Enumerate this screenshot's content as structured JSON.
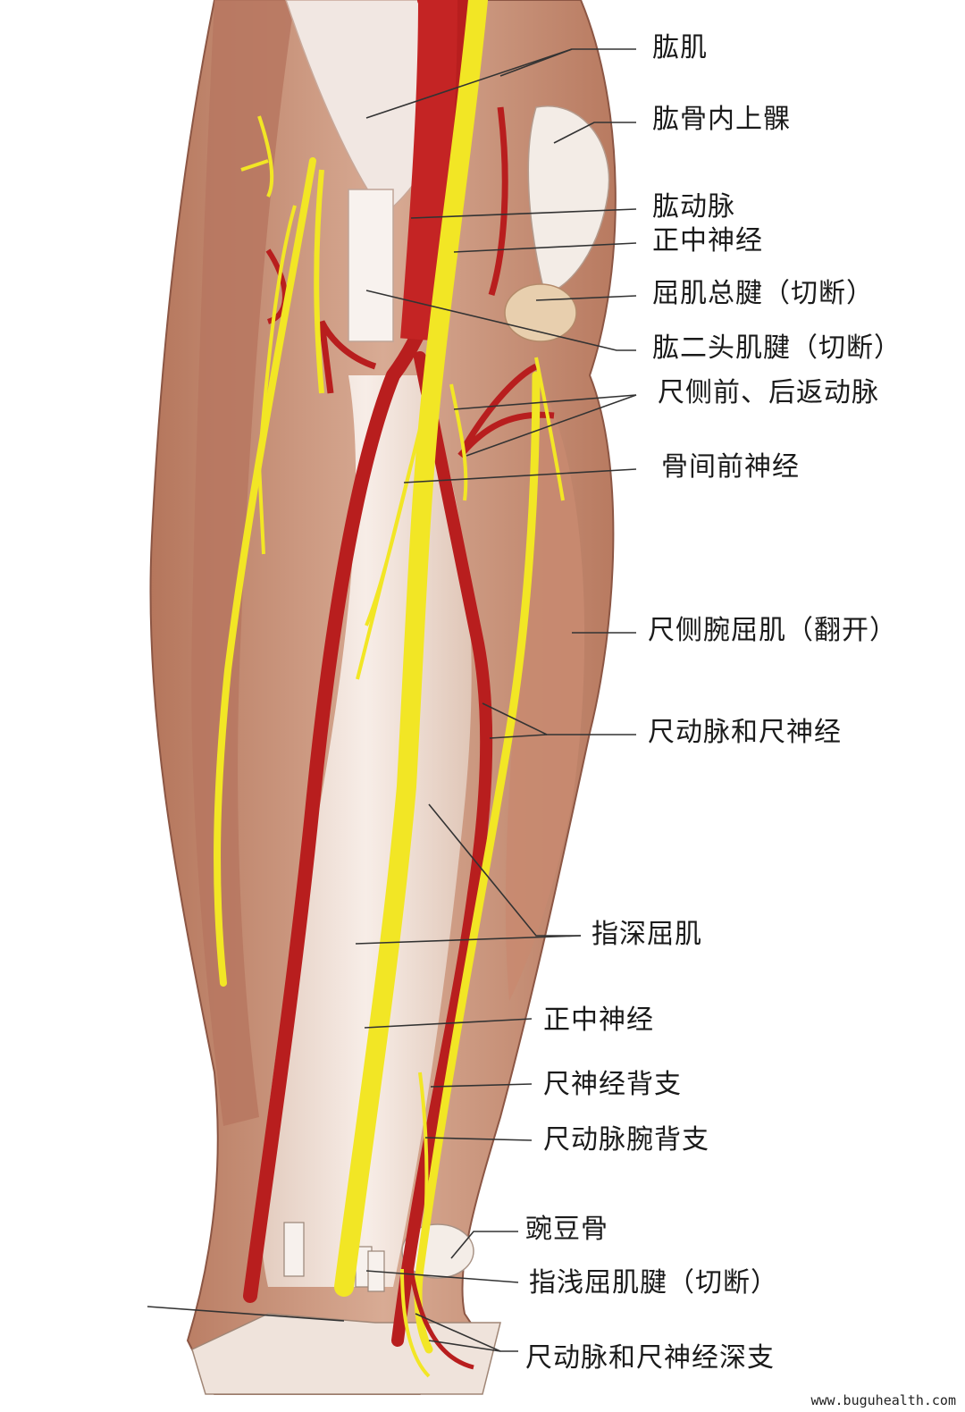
{
  "labels": [
    {
      "id": "brachialis",
      "text": "肱肌"
    },
    {
      "id": "medial-epicondyle",
      "text": "肱骨内上髁"
    },
    {
      "id": "brachial-artery",
      "text": "肱动脉"
    },
    {
      "id": "median-nerve-upper",
      "text": "正中神经"
    },
    {
      "id": "common-flexor-tendon",
      "text": "屈肌总腱（切断）"
    },
    {
      "id": "biceps-tendon",
      "text": "肱二头肌腱（切断）"
    },
    {
      "id": "ulnar-recurrent-arteries",
      "text": "尺侧前、后返动脉"
    },
    {
      "id": "anterior-interosseous-nerve",
      "text": "骨间前神经"
    },
    {
      "id": "flexor-carpi-ulnaris",
      "text": "尺侧腕屈肌（翻开）"
    },
    {
      "id": "ulnar-artery-nerve",
      "text": "尺动脉和尺神经"
    },
    {
      "id": "flexor-digitorum-profundus",
      "text": "指深屈肌"
    },
    {
      "id": "median-nerve-lower",
      "text": "正中神经"
    },
    {
      "id": "dorsal-branch-ulnar-nerve",
      "text": "尺神经背支"
    },
    {
      "id": "dorsal-carpal-branch-ulnar-artery",
      "text": "尺动脉腕背支"
    },
    {
      "id": "pisiform",
      "text": "豌豆骨"
    },
    {
      "id": "fds-tendon",
      "text": "指浅屈肌腱（切断）"
    },
    {
      "id": "deep-branch",
      "text": "尺动脉和尺神经深支"
    }
  ],
  "watermark": "www.buguhealth.com",
  "colors": {
    "muscle": "#c9957a",
    "muscle_dark": "#a86a52",
    "tendon": "#efe6e0",
    "artery": "#b81e1e",
    "nerve": "#f2e625",
    "leader": "#333333"
  }
}
